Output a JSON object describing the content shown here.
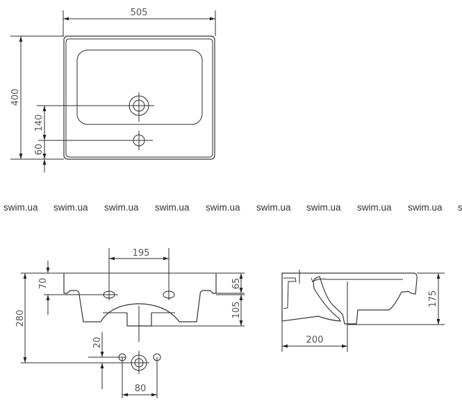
{
  "top_view": {
    "width_dim": "505",
    "depth_dim": "400",
    "drain_offset_dim": "140",
    "tap_offset_dim": "60"
  },
  "watermark": {
    "text": "swim.ua",
    "partial": "s"
  },
  "front_view": {
    "tap_spacing_dim": "195",
    "tap_depth_dim": "70",
    "total_height_dim": "280",
    "rim_height_dim": "65",
    "bowl_height_dim": "105",
    "hole_offset_dim": "20",
    "hole_spacing_dim": "80"
  },
  "side_view": {
    "height_dim": "175",
    "drain_depth_dim": "200"
  }
}
